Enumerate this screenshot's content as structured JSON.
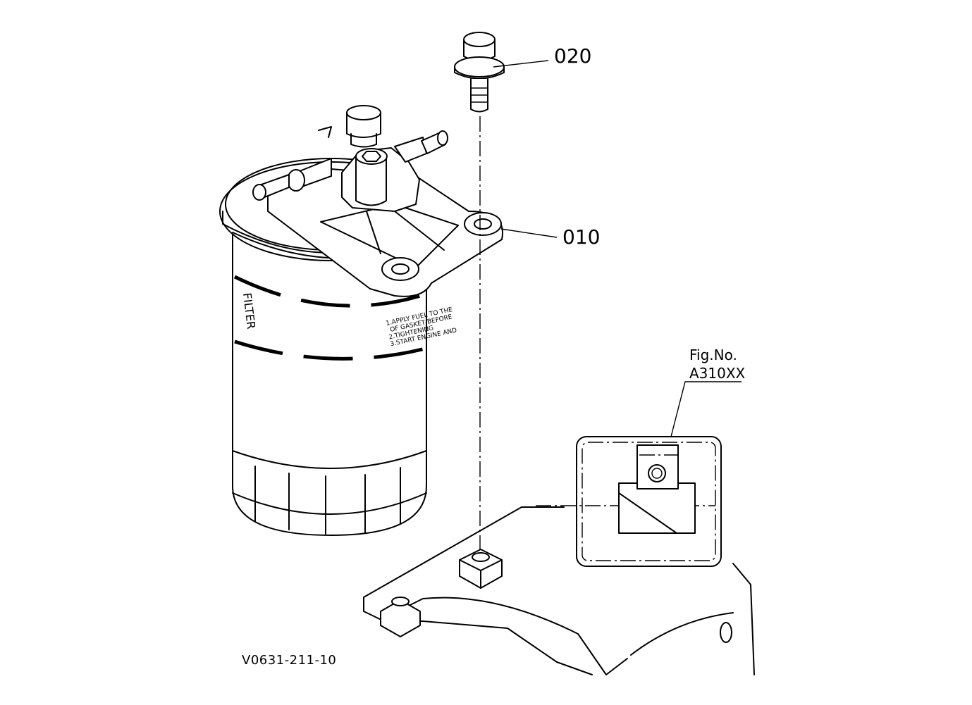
{
  "callouts": {
    "part_020": "020",
    "part_010": "010"
  },
  "figure_ref": {
    "line1": "Fig.No.",
    "line2": "A310XX"
  },
  "drawing_code": "V0631-211-10",
  "filter_label": {
    "word": "FILTER",
    "instructions": [
      "1.APPLY FUEL TO THE",
      "OF GASKET BEFORE",
      "2.TIGHTENING",
      "3.START ENGINE AND"
    ]
  }
}
